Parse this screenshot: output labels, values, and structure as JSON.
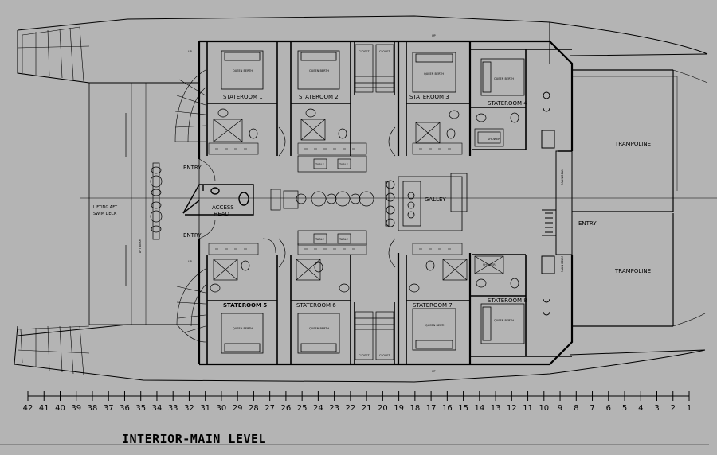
{
  "title": "INTERIOR-MAIN LEVEL",
  "staterooms": [
    {
      "label": "STATEROOM",
      "number": "1"
    },
    {
      "label": "STATEROOM",
      "number": "2"
    },
    {
      "label": "STATEROOM",
      "number": "3"
    },
    {
      "label": "STATEROOM",
      "number": "4"
    },
    {
      "label": "STATEROOM",
      "number": "5"
    },
    {
      "label": "STATEROOM",
      "number": "6"
    },
    {
      "label": "STATEROOM",
      "number": "7"
    },
    {
      "label": "STATEROOM",
      "number": "8"
    }
  ],
  "spaces": {
    "galley": "GALLEY",
    "access_line1": "ACCESS",
    "access_line2": "HEAD",
    "entry_port": "ENTRY",
    "entry_starboard": "ENTRY",
    "entry_bow": "ENTRY",
    "trampoline_top": "TRAMPOLINE",
    "trampoline_bottom": "TRAMPOLINE",
    "swim_line1": "LIFTING AFT",
    "swim_line2": "SWIM DECK",
    "aft_beam": "AFT BEAM",
    "main_beam_top": "MAIN BEAM",
    "main_beam_bottom": "MAIN BEAM"
  },
  "fixtures": {
    "table": "TABLE",
    "closet": "CLOSET",
    "shower": "SHOWER",
    "toilet": "TOILET",
    "queen_berth": "QUEEN BERTH",
    "up": "UP"
  },
  "ruler": [
    "42",
    "41",
    "40",
    "39",
    "38",
    "37",
    "36",
    "35",
    "34",
    "33",
    "32",
    "31",
    "30",
    "29",
    "28",
    "27",
    "26",
    "25",
    "24",
    "23",
    "22",
    "21",
    "20",
    "19",
    "18",
    "17",
    "16",
    "15",
    "14",
    "13",
    "12",
    "11",
    "10",
    "9",
    "8",
    "7",
    "6",
    "5",
    "4",
    "3",
    "2",
    "1"
  ]
}
